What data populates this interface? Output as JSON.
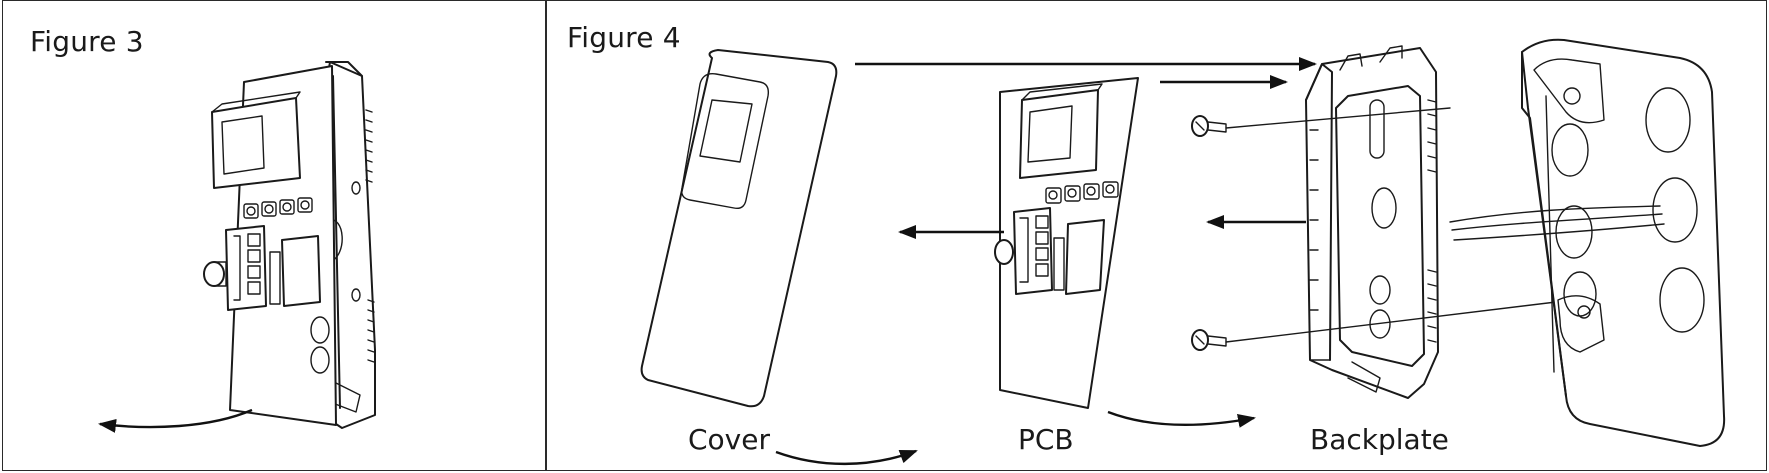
{
  "figure3": {
    "title": "Figure 3"
  },
  "figure4": {
    "title": "Figure 4",
    "labels": {
      "cover": "Cover",
      "pcb": "PCB",
      "backplate": "Backplate"
    }
  }
}
